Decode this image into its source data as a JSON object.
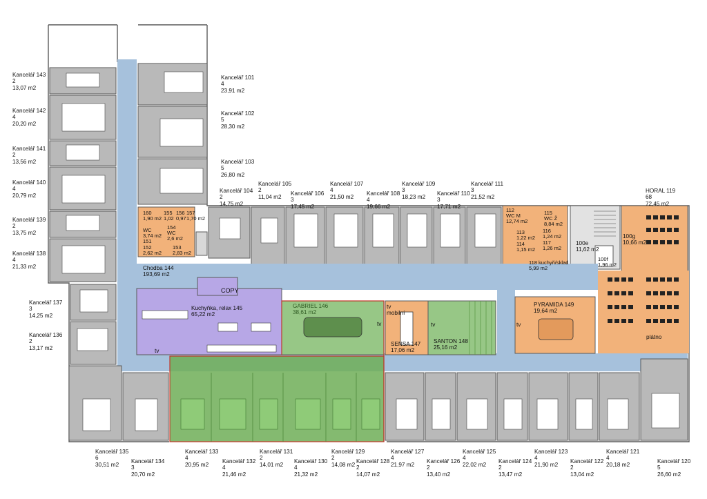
{
  "colors": {
    "office": "#b9b9b9",
    "corridor": "#a6c1dc",
    "purple": "#b7a7e6",
    "orange": "#f2b27a",
    "green": "#97c786",
    "green_big": "#6fae57",
    "wall": "#5a5a5a",
    "outline_red": "#c0392b"
  },
  "rooms": {
    "k143": {
      "name": "Kancelář 143",
      "cap": "2",
      "area": "13,07 m2"
    },
    "k142": {
      "name": "Kancelář 142",
      "cap": "4",
      "area": "20,20 m2"
    },
    "k141": {
      "name": "Kancelář 141",
      "cap": "2",
      "area": "13,56 m2"
    },
    "k140": {
      "name": "Kancelář 140",
      "cap": "4",
      "area": "20,79 m2"
    },
    "k139": {
      "name": "Kancelář 139",
      "cap": "2",
      "area": "13,75 m2"
    },
    "k138": {
      "name": "Kancelář 138",
      "cap": "4",
      "area": "21,33 m2"
    },
    "k137": {
      "name": "Kancelář 137",
      "cap": "3",
      "area": "14,25 m2"
    },
    "k136": {
      "name": "Kancelář 136",
      "cap": "2",
      "area": "13,17 m2"
    },
    "k101": {
      "name": "Kancelář 101",
      "cap": "4",
      "area": "23,91 m2"
    },
    "k102": {
      "name": "Kancelář 102",
      "cap": "5",
      "area": "28,30 m2"
    },
    "k103": {
      "name": "Kancelář 103",
      "cap": "5",
      "area": "26,80 m2"
    },
    "k104": {
      "name": "Kancelář 104",
      "cap": "2",
      "area": "14,75 m2"
    },
    "k105": {
      "name": "Kancelář 105",
      "cap": "2",
      "area": "11,04 m2"
    },
    "k106": {
      "name": "Kancelář 106",
      "cap": "3",
      "area": "17,45 m2"
    },
    "k107": {
      "name": "Kancelář 107",
      "cap": "4",
      "area": "21,50 m2"
    },
    "k108": {
      "name": "Kancelář 108",
      "cap": "4",
      "area": "19,66 m2"
    },
    "k109": {
      "name": "Kancelář 109",
      "cap": "3",
      "area": "18,23 m2"
    },
    "k110": {
      "name": "Kancelář 110",
      "cap": "3",
      "area": "17,71 m2"
    },
    "k111": {
      "name": "Kancelář 111",
      "cap": "3",
      "area": "21,52 m2"
    },
    "horal": {
      "name": "HORAL 119",
      "cap": "68",
      "area": "72,45 m2"
    },
    "k135": {
      "name": "Kancelář 135",
      "cap": "6",
      "area": "30,51 m2"
    },
    "k134": {
      "name": "Kancelář 134",
      "cap": "3",
      "area": "20,70 m2"
    },
    "k133": {
      "name": "Kancelář 133",
      "cap": "4",
      "area": "20,95 m2"
    },
    "k132": {
      "name": "Kancelář 132",
      "cap": "4",
      "area": "21,46 m2"
    },
    "k131": {
      "name": "Kancelář 131",
      "cap": "2",
      "area": "14,01 m2"
    },
    "k130": {
      "name": "Kancelář 130",
      "cap": "4",
      "area": "21,32 m2"
    },
    "k129": {
      "name": "Kancelář 129",
      "cap": "2",
      "area": "14,08 m2"
    },
    "k128": {
      "name": "Kancelář 128",
      "cap": "2",
      "area": "14,07 m2"
    },
    "k127": {
      "name": "Kancelář 127",
      "cap": "4",
      "area": "21,97 m2"
    },
    "k126": {
      "name": "Kancelář 126",
      "cap": "2",
      "area": "13,40 m2"
    },
    "k125": {
      "name": "Kancelář 125",
      "cap": "4",
      "area": "22,02 m2"
    },
    "k124": {
      "name": "Kancelář 124",
      "cap": "2",
      "area": "13,47 m2"
    },
    "k123": {
      "name": "Kancelář 123",
      "cap": "4",
      "area": "21,90 m2"
    },
    "k122": {
      "name": "Kancelář 122",
      "cap": "2",
      "area": "13,04 m2"
    },
    "k121": {
      "name": "Kancelář 121",
      "cap": "4",
      "area": "20,18 m2"
    },
    "k120": {
      "name": "Kancelář 120",
      "cap": "5",
      "area": "26,60 m2"
    }
  },
  "inner": {
    "r160": "160\n1,90 m2",
    "r155": "155\n1,02",
    "r156": "156\n0,97",
    "r157": "157\n1,70 m2",
    "wc151": "WC\n3,74 m2\n151",
    "wc154": "154\nWC\n2,6 m2",
    "r152": "152\n2,62 m2",
    "r153": "153\n2,83 m2",
    "chodba": "Chodba 144\n193,69 m2",
    "copy": "COPY",
    "kuchynka": "Kuchyňka, relax 145\n65,22 m2",
    "gabriel": "GABRIEL 146\n38,61 m2",
    "tv_mobilni": "tv\nmobilní",
    "sensa": "SENSA 147\n17,06 m2",
    "santon": "SANTON 148\n25,16 m2",
    "wc112": "112\nWC M\n12,74 m2",
    "wc115": "115\nWC Ž\n8,84 m2",
    "r113": "113\n1,22 m2",
    "r114": "114\n1,15 m2",
    "r116": "116\n1,24 m2",
    "r117": "117\n1,26 m2",
    "r118": "118 kuchyň/sklad\n5,99 m2",
    "r100e": "100e\n11,62 m2",
    "r100f": "100f\n1,96 m2",
    "r100g": "100g\n10,66 m2",
    "pyramida": "PYRAMIDA 149\n19,64 m2",
    "platno": "plátno",
    "tv": "tv"
  }
}
